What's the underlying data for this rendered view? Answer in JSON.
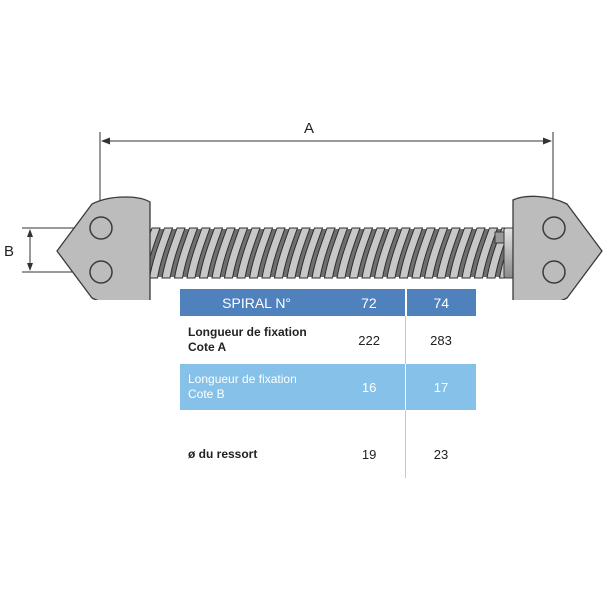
{
  "diagram": {
    "dimension_a": "A",
    "dimension_b": "B"
  },
  "table": {
    "header": {
      "label": "SPIRAL N°",
      "col1": "72",
      "col2": "74"
    },
    "rows": [
      {
        "label_line1": "Longueur de fixation",
        "label_line2": "Cote A",
        "col1": "222",
        "col2": "283"
      },
      {
        "label_line1": "Longueur de fixation",
        "label_line2": "Cote B",
        "col1": "16",
        "col2": "17"
      },
      {
        "label_line1": "ø du ressort",
        "label_line2": "",
        "col1": "19",
        "col2": "23"
      }
    ]
  },
  "colors": {
    "header_bg": "#4f81bd",
    "highlight_row_bg": "#85c1e9",
    "part_fill": "#bcbcbc",
    "outline": "#3a3a3a"
  }
}
